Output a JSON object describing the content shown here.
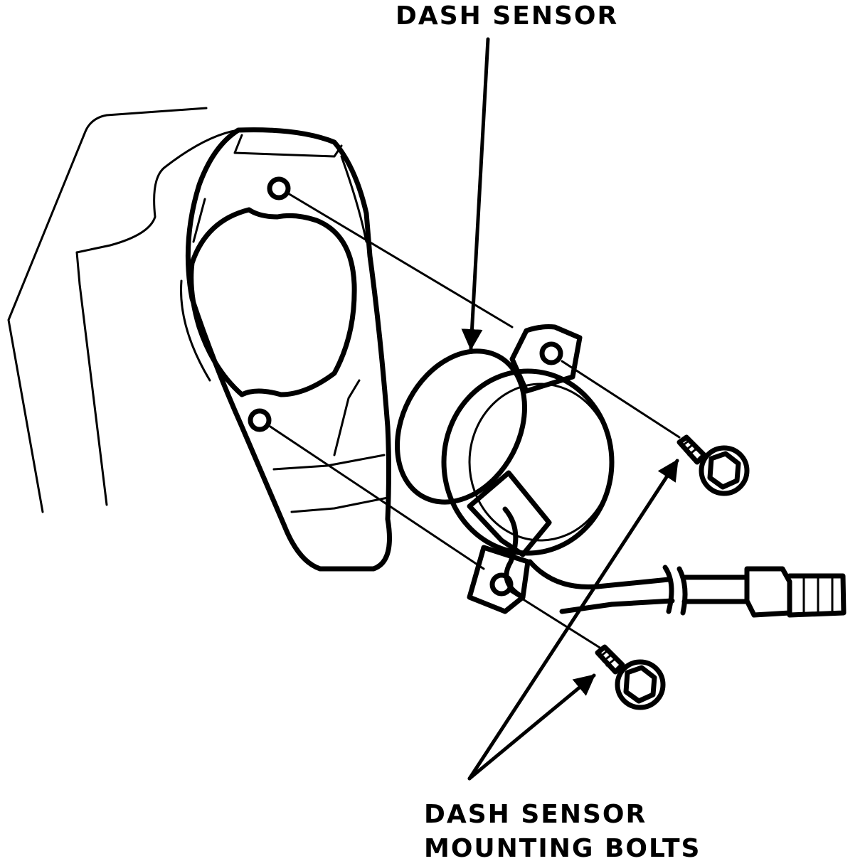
{
  "labels": {
    "dash_sensor": "DASH SENSOR",
    "mounting_bolts_line1": "DASH SENSOR",
    "mounting_bolts_line2": "MOUNTING BOLTS"
  },
  "colors": {
    "ink": "#000000",
    "paper": "#ffffff"
  }
}
